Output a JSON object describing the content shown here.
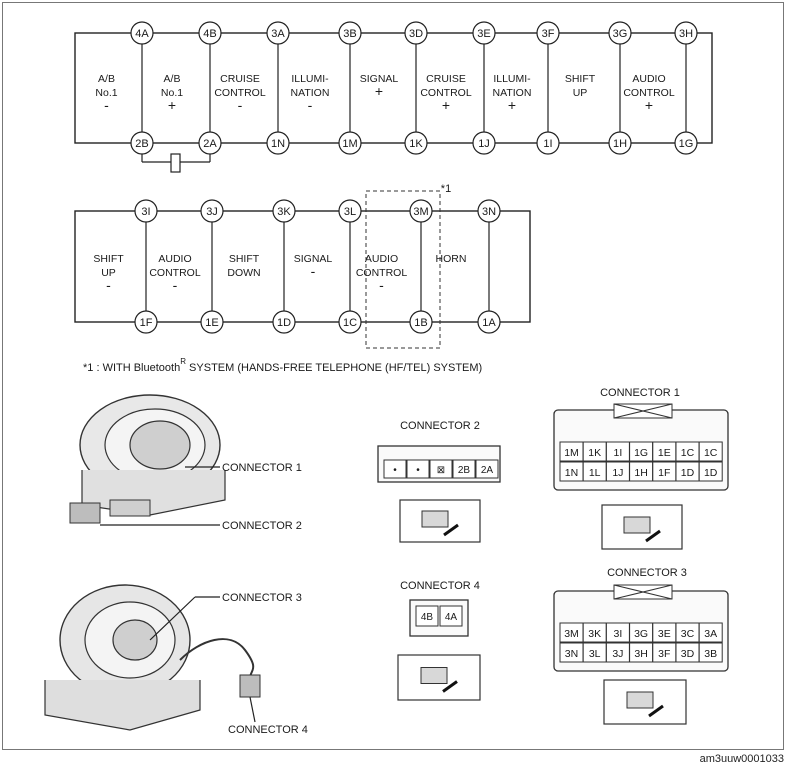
{
  "row1": {
    "pins": [
      {
        "top": "4A",
        "bottom": "2B",
        "label": [
          "A/B",
          "No.1",
          "-"
        ]
      },
      {
        "top": "4B",
        "bottom": "2A",
        "label": [
          "A/B",
          "No.1",
          "+"
        ]
      },
      {
        "top": "3A",
        "bottom": "1N",
        "label": [
          "CRUISE",
          "CONTROL",
          "-"
        ]
      },
      {
        "top": "3B",
        "bottom": "1M",
        "label": [
          "ILLUMI-",
          "NATION",
          "-"
        ]
      },
      {
        "top": "3D",
        "bottom": "1K",
        "label": [
          "SIGNAL",
          "+"
        ]
      },
      {
        "top": "3E",
        "bottom": "1J",
        "label": [
          "CRUISE",
          "CONTROL",
          "+"
        ]
      },
      {
        "top": "3F",
        "bottom": "1I",
        "label": [
          "ILLUMI-",
          "NATION",
          "+"
        ]
      },
      {
        "top": "3G",
        "bottom": "1H",
        "label": [
          "SHIFT",
          "UP"
        ]
      },
      {
        "top": "3H",
        "bottom": "1G",
        "label": [
          "AUDIO",
          "CONTROL",
          "+"
        ]
      }
    ]
  },
  "row2": {
    "pins": [
      {
        "top": "3I",
        "bottom": "1F",
        "label": [
          "SHIFT",
          "UP",
          "-"
        ]
      },
      {
        "top": "3J",
        "bottom": "1E",
        "label": [
          "AUDIO",
          "CONTROL",
          "-"
        ]
      },
      {
        "top": "3K",
        "bottom": "1D",
        "label": [
          "SHIFT",
          "DOWN"
        ]
      },
      {
        "top": "3L",
        "bottom": "1C",
        "label": [
          "SIGNAL",
          "-"
        ]
      },
      {
        "top": "3M",
        "bottom": "1B",
        "label": [
          "AUDIO",
          "CONTROL",
          "-"
        ]
      },
      {
        "top": "3N",
        "bottom": "1A",
        "label": [
          "HORN"
        ]
      }
    ],
    "note_marker": "*1"
  },
  "footnote": {
    "prefix": "*1 : WITH Bluetooth",
    "mark": "R",
    "suffix": " SYSTEM (HANDS-FREE TELEPHONE (HF/TEL) SYSTEM)"
  },
  "callouts": {
    "c1": "CONNECTOR 1",
    "c2": "CONNECTOR 2",
    "c3": "CONNECTOR 3",
    "c4": "CONNECTOR 4"
  },
  "connector1": {
    "title": "CONNECTOR 1",
    "row1": [
      "1M",
      "1K",
      "1I",
      "1G",
      "1E",
      "1C",
      "1C"
    ],
    "row2": [
      "1N",
      "1L",
      "1J",
      "1H",
      "1F",
      "1D",
      "1D"
    ]
  },
  "connector2": {
    "title": "CONNECTOR 2",
    "cells": [
      "•",
      "•",
      "⊠",
      "2B",
      "2A"
    ]
  },
  "connector3": {
    "title": "CONNECTOR 3",
    "row1": [
      "3M",
      "3K",
      "3I",
      "3G",
      "3E",
      "3C",
      "3A"
    ],
    "row2": [
      "3N",
      "3L",
      "3J",
      "3H",
      "3F",
      "3D",
      "3B"
    ]
  },
  "connector4": {
    "title": "CONNECTOR 4",
    "cells": [
      "4B",
      "4A"
    ]
  },
  "image_code": "am3uuw0001033"
}
